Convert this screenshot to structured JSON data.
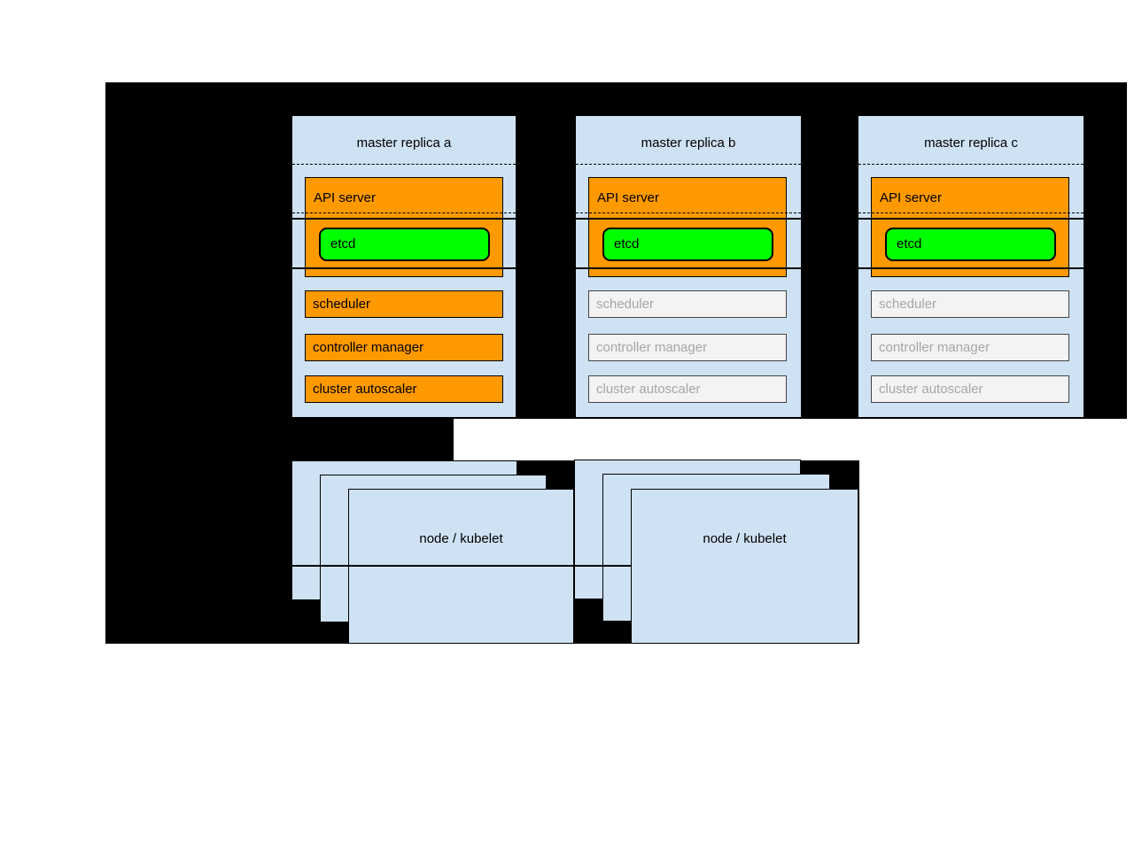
{
  "masters": [
    {
      "title": "master replica a",
      "api_server": "API server",
      "etcd": "etcd",
      "components": [
        {
          "label": "scheduler",
          "state": "active"
        },
        {
          "label": "controller manager",
          "state": "active"
        },
        {
          "label": "cluster autoscaler",
          "state": "active"
        }
      ]
    },
    {
      "title": "master replica b",
      "api_server": "API server",
      "etcd": "etcd",
      "components": [
        {
          "label": "scheduler",
          "state": "inactive"
        },
        {
          "label": "controller manager",
          "state": "inactive"
        },
        {
          "label": "cluster autoscaler",
          "state": "inactive"
        }
      ]
    },
    {
      "title": "master replica c",
      "api_server": "API server",
      "etcd": "etcd",
      "components": [
        {
          "label": "scheduler",
          "state": "inactive"
        },
        {
          "label": "controller manager",
          "state": "inactive"
        },
        {
          "label": "cluster autoscaler",
          "state": "inactive"
        }
      ]
    }
  ],
  "nodes": [
    {
      "label": "node / kubelet"
    },
    {
      "label": "node / kubelet"
    }
  ],
  "colors": {
    "cluster_background": "#000000",
    "replica_fill": "#cfe2f3",
    "active_component_fill": "#ff9900",
    "etcd_fill": "#00ff00",
    "inactive_component_fill": "#f3f3f3",
    "inactive_component_text": "#a6a6a6",
    "node_fill": "#cfe2f3"
  }
}
